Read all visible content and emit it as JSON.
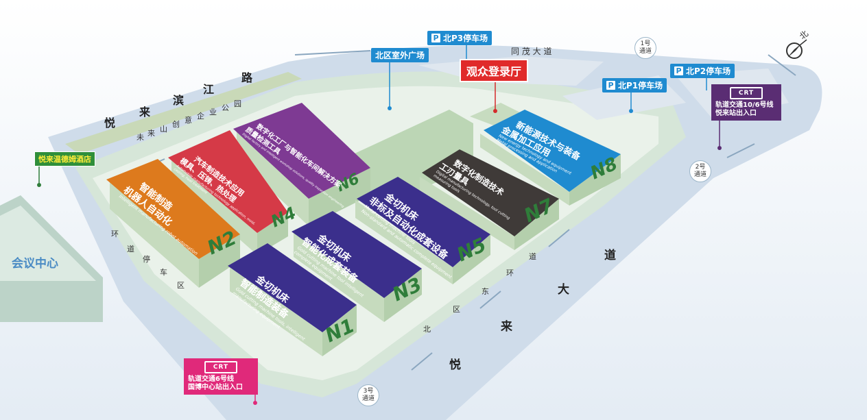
{
  "roads": {
    "north_road_chars": [
      "路",
      "江",
      "滨",
      "来",
      "悦"
    ],
    "west_road_chars": [
      "园",
      "公",
      "业",
      "企",
      "意",
      "创",
      "山",
      "来",
      "未"
    ],
    "east_road_big_chars": [
      "道",
      "大",
      "来",
      "悦"
    ],
    "tongmao": "同 茂 大 道",
    "west_ring_chars": [
      "环",
      "道",
      "停",
      "车",
      "区"
    ],
    "east_ring_chars": [
      "道",
      "环",
      "东",
      "区",
      "北"
    ]
  },
  "labels": {
    "north_plaza": "北区室外广场",
    "p3": "北P3停车场",
    "p1": "北P1停车场",
    "p2": "北P2停车场",
    "visitor_hall": "观众登录厅",
    "hotel": "悦来温德姆酒店",
    "conference": "会议中心",
    "compass": "北",
    "p_icon": "P"
  },
  "gates": [
    {
      "num": "1号",
      "word": "通道"
    },
    {
      "num": "2号",
      "word": "通道"
    },
    {
      "num": "3号",
      "word": "通道"
    }
  ],
  "metro": {
    "north": {
      "line1": "轨道交通10/6号线",
      "line2": "悦来站出入口",
      "color": "#5a2d73"
    },
    "south": {
      "line1": "轨道交通6号线",
      "line2": "国博中心站出入口",
      "color": "#e0297a"
    },
    "logo_text": "CRT"
  },
  "halls": [
    {
      "id": "N1",
      "title1": "金切机床",
      "title2": "智能制造装备",
      "sub1": "Gold cutting machine tools, intelligent",
      "sub2": "manufacturing equipment",
      "color": "#3b2f8c"
    },
    {
      "id": "N2",
      "title1": "智能制造",
      "title2": "机器人自动化",
      "sub1": "Intelligent manufacturing robot automation",
      "sub2": "",
      "color": "#dd7a1d"
    },
    {
      "id": "N3",
      "title1": "金切机床",
      "title2": "智能化成套装备",
      "sub1": "Gold cutting machine tool intelligent",
      "sub2": "complete equipment",
      "color": "#3b2f8c"
    },
    {
      "id": "N4",
      "title1": "汽车制造技术应用",
      "title2": "模具、压铸、热处理",
      "sub1": "Automobile manufacturing technology application, mold,",
      "sub2": "casting, heat treatment",
      "color": "#d53a47"
    },
    {
      "id": "N5",
      "title1": "金切机床",
      "title2": "非标及自动化成套设备",
      "sub1": "Metal cutting machine tools",
      "sub2": "Non-standard and automatic complete equipment",
      "color": "#3b2f8c"
    },
    {
      "id": "N6",
      "title1": "数字化工厂与智能化车间解决方案",
      "title2": "质量检测工具",
      "sub1": "Digital factory and intelligent workshop solutions, quality inspection engineering",
      "sub2": "",
      "color": "#7e3a93"
    },
    {
      "id": "N7",
      "title1": "数字化制造技术",
      "title2": "工刃量具",
      "sub1": "Digital manufacturing technology, tool cutting",
      "sub2": "measuring tools",
      "color": "#3f3a38"
    },
    {
      "id": "N8",
      "title1": "新能源技术与装备",
      "title2": "金属加工应用",
      "sub1": "New energy technology and equipment",
      "sub2": "Metal processing and application",
      "color": "#1f8bd0"
    }
  ]
}
